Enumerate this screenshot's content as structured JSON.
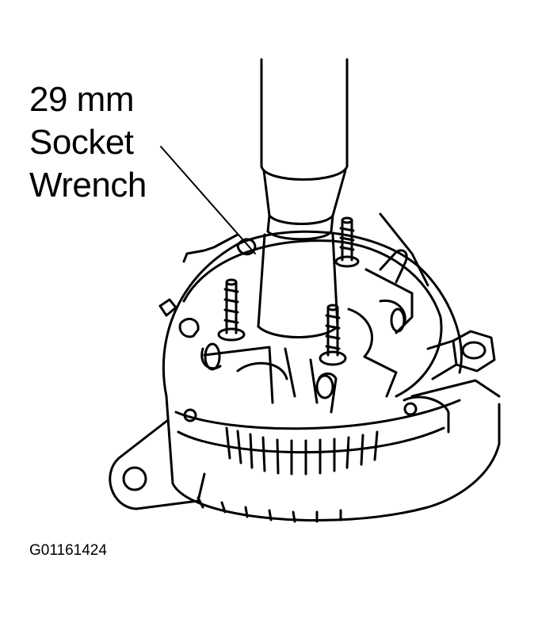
{
  "callout": {
    "line1": "29 mm",
    "line2": "Socket",
    "line3": "Wrench"
  },
  "figure_id": "G01161424",
  "colors": {
    "ink": "#000000",
    "paper": "#ffffff"
  },
  "illustration": "alternator-with-socket-wrench"
}
